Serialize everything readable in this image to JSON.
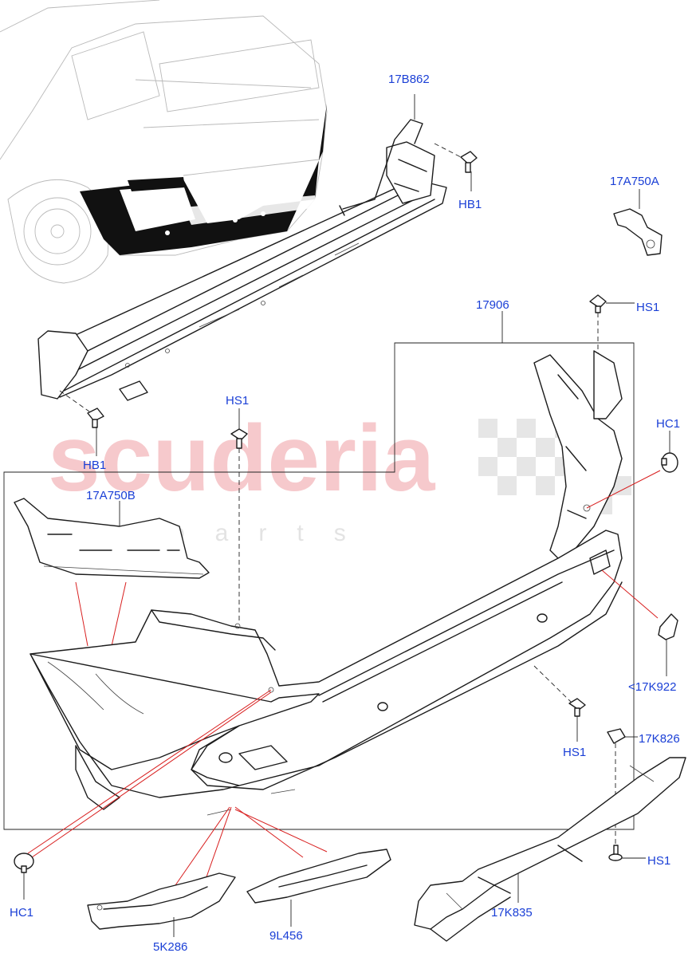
{
  "watermark": {
    "main": "scuderia",
    "sub": "parts"
  },
  "colors": {
    "callout": "#1a3fd6",
    "lines": "#1c1c1c",
    "red_leaders": "#d81e1e",
    "watermark": "#f6c9cc"
  },
  "labels": {
    "l17B862": "17B862",
    "l17A750A": "17A750A",
    "hb1_top": "HB1",
    "l17906": "17906",
    "hs1_topright": "HS1",
    "hs1_center": "HS1",
    "hb1_left": "HB1",
    "hc1_right": "HC1",
    "l17A750B": "17A750B",
    "l17K922": "<17K922",
    "hs1_lower": "HS1",
    "l17K826": "17K826",
    "hs1_bottomright": "HS1",
    "l17K835": "17K835",
    "hc1_left": "HC1",
    "l5K286": "5K286",
    "l9L456": "9L456"
  }
}
